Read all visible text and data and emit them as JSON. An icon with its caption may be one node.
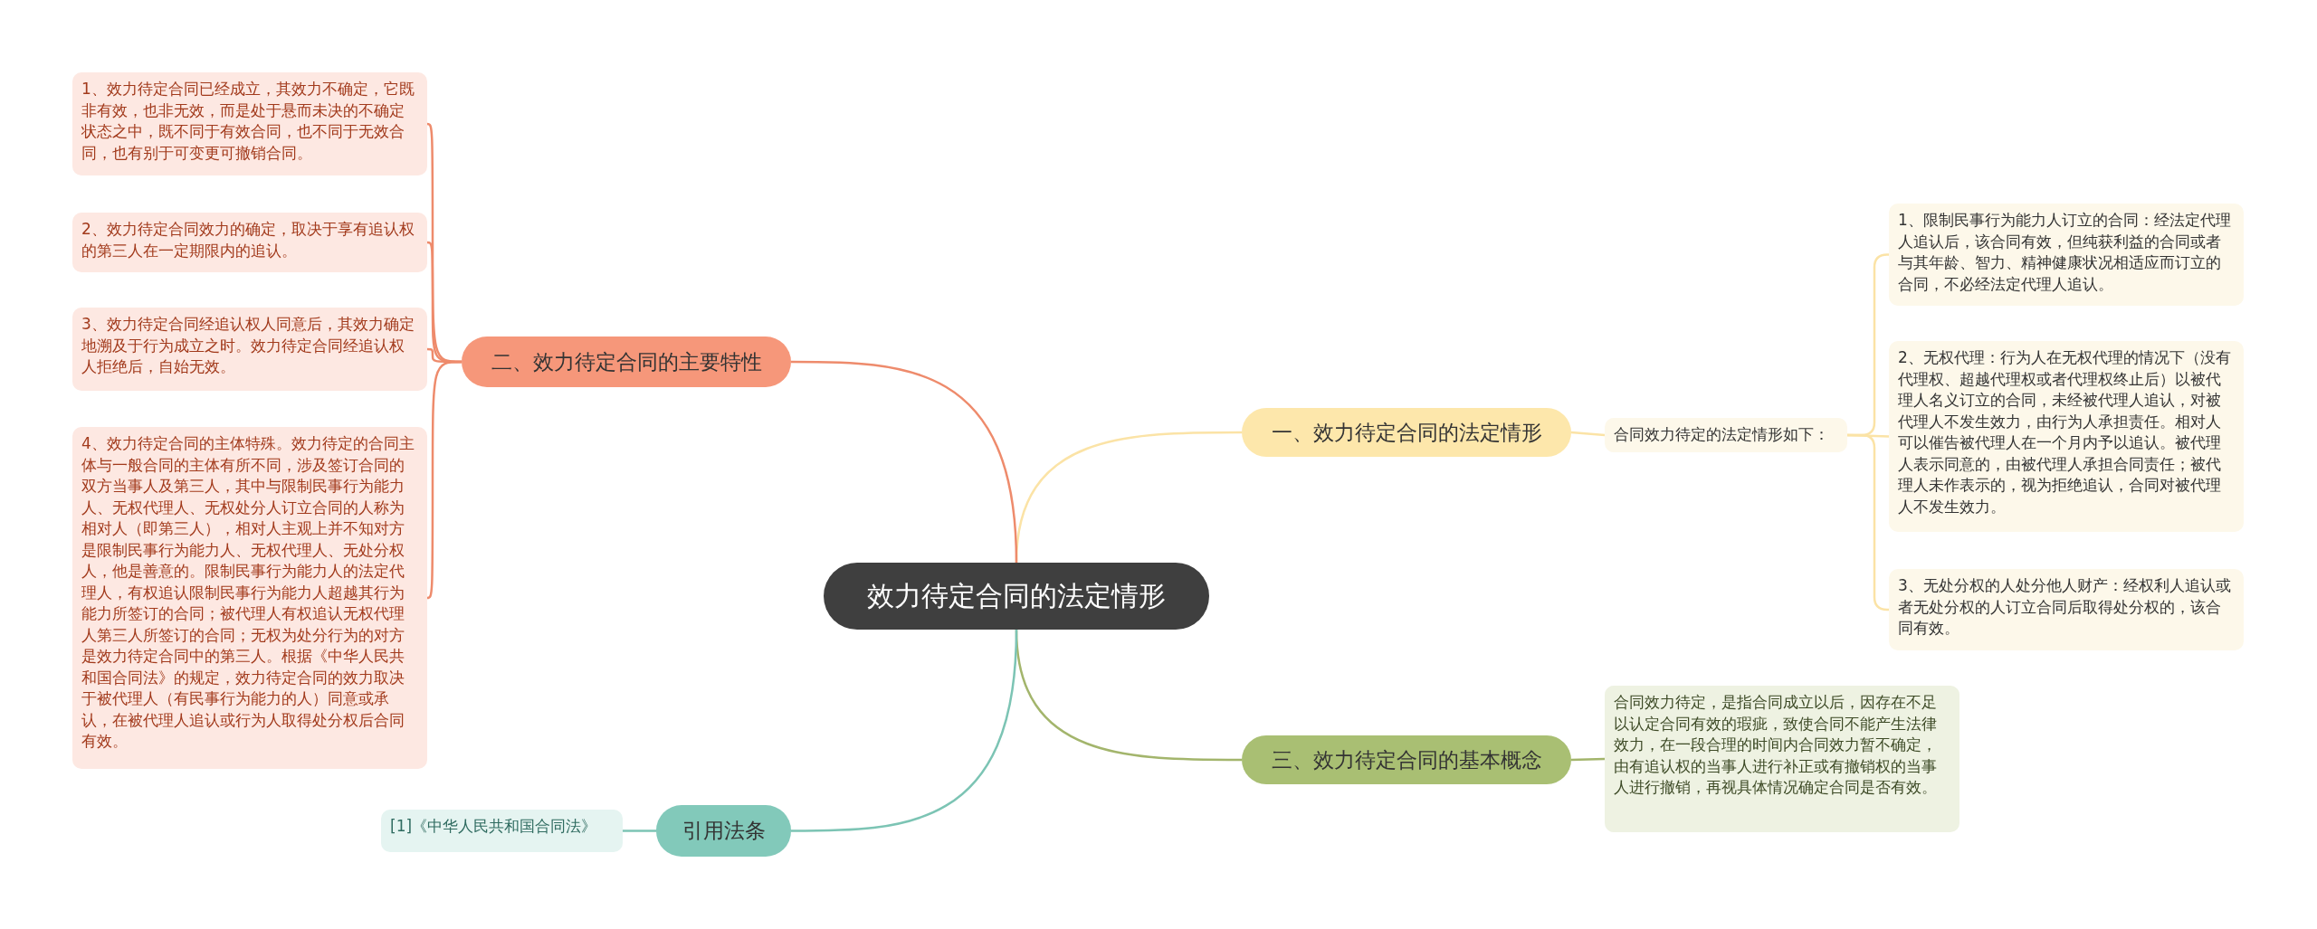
{
  "diagram": {
    "nodes": [
      {
        "text": [
          "效力待定合同的法定情形"
        ]
      },
      {
        "text": [
          "一、效力待定合同的法定情形"
        ]
      },
      {
        "text": [
          "合同效力待定的法定情形如下："
        ]
      },
      {
        "text": [
          "1、限制民事行为能力人订立的合同：经法定代理人追认后，该合同有效，但纯获利益的合同或者与其年龄、智力、精神健康状况相适应而订立的合同，不必经法定代理人追认。"
        ]
      },
      {
        "text": [
          "2、无权代理：行为人在无权代理的情况下（没有代理权、超越代理权或者代理权终止后）以被代理人名义订立的合同，未经被代理人追认，对被代理人不发生效力，由行为人承担责任。相对人可以催告被代理人在一个月内予以追认。被代理人表示同意的，由被代理人承担合同责任；被代理人未作表示的，视为拒绝追认，合同对被代理人不发生效力。"
        ]
      },
      {
        "text": [
          "3、无处分权的人处分他人财产：经权利人追认或者无处分权的人订立合同后取得处分权的，该合同有效。"
        ]
      },
      {
        "text": [
          "三、效力待定合同的基本概念"
        ]
      },
      {
        "text": [
          "合同效力待定，是指合同成立以后，因存在不足以认定合同有效的瑕疵，致使合同不能产生法律效力，在一段合理的时间内合同效力暂不确定，由有追认权的当事人进行补正或有撤销权的当事人进行撤销，再视具体情况确定合同是否有效。"
        ]
      },
      {
        "text": [
          "二、效力待定合同的主要特性"
        ]
      },
      {
        "text": [
          "1、效力待定合同已经成立，其效力不确定，它既非有效，也非无效，而是处于悬而未决的不确定状态之中，既不同于有效合同，也不同于无效合同，也有别于可变更可撤销合同。"
        ]
      },
      {
        "text": [
          "2、效力待定合同效力的确定，取决于享有追认权的第三人在一定期限内的追认。"
        ]
      },
      {
        "text": [
          "3、效力待定合同经追认权人同意后，其效力确定地溯及于行为成立之时。效力待定合同经追认权人拒绝后，自始无效。"
        ]
      },
      {
        "text": [
          "4、效力待定合同的主体特殊。效力待定的合同主体与一般合同的主体有所不同，涉及签订合同的双方当事人及第三人，其中与限制民事行为能力人、无权代理人、无权处分人订立合同的人称为相对人（即第三人），相对人主观上并不知对方是限制民事行为能力人、无权代理人、无处分权人，他是善意的。限制民事行为能力人的法定代理人，有权追认限制民事行为能力人超越其行为能力所签订的合同；被代理人有权追认无权代理人第三人所签订的合同；无权为处分行为的对方是效力待定合同中的第三人。根据《中华人民共和国合同法》的规定，效力待定合同的效力取决于被代理人（有民事行为能力的人）同意或承认，在被代理人追认或行为人取得处分权后合同有效。"
        ]
      },
      {
        "text": [
          "引用法条"
        ]
      },
      {
        "text": [
          "[1]《中华人民共和国合同法》"
        ]
      }
    ],
    "edges": [
      {
        "from": 0,
        "to": 1,
        "arrow": "none",
        "color": "#fbe3a6"
      },
      {
        "from": 1,
        "to": 2,
        "arrow": "none",
        "color": "#fbe3a6"
      },
      {
        "from": 2,
        "to": 3,
        "arrow": "none",
        "color": "#fbe3a6"
      },
      {
        "from": 2,
        "to": 4,
        "arrow": "none",
        "color": "#fbe3a6"
      },
      {
        "from": 2,
        "to": 5,
        "arrow": "none",
        "color": "#fbe3a6"
      },
      {
        "from": 0,
        "to": 6,
        "arrow": "none",
        "color": "#a3b56c"
      },
      {
        "from": 6,
        "to": 7,
        "arrow": "none",
        "color": "#a3b56c"
      },
      {
        "from": 0,
        "to": 8,
        "arrow": "none",
        "color": "#ee8b6c"
      },
      {
        "from": 8,
        "to": 9,
        "arrow": "none",
        "color": "#ee8b6c"
      },
      {
        "from": 8,
        "to": 10,
        "arrow": "none",
        "color": "#ee8b6c"
      },
      {
        "from": 8,
        "to": 11,
        "arrow": "none",
        "color": "#ee8b6c"
      },
      {
        "from": 8,
        "to": 12,
        "arrow": "none",
        "color": "#ee8b6c"
      },
      {
        "from": 0,
        "to": 13,
        "arrow": "none",
        "color": "#7cc4b4"
      },
      {
        "from": 13,
        "to": 14,
        "arrow": "none",
        "color": "#7cc4b4"
      }
    ]
  }
}
